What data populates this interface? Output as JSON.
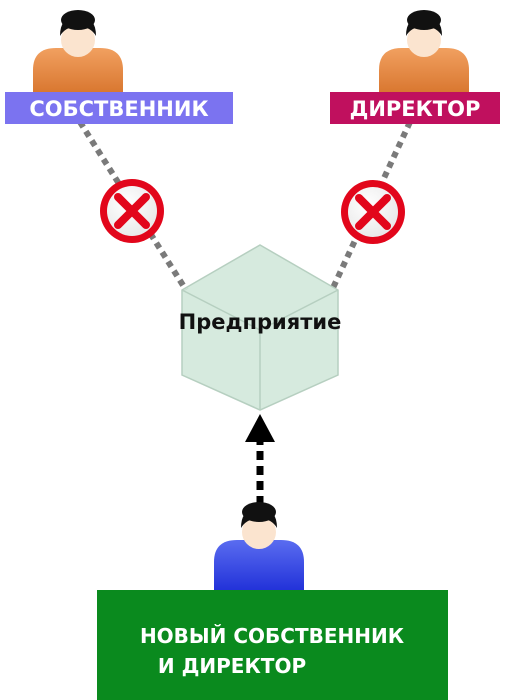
{
  "labels": {
    "owner": "СОБСТВЕННИК",
    "director": "ДИРЕКТОР",
    "enterprise": "Предприятие",
    "new_owner_line1": "НОВЫЙ СОБСТВЕННИК",
    "new_owner_line2": "И ДИРЕКТОР"
  },
  "colors": {
    "owner_label_bg": "#7b73f0",
    "director_label_bg": "#c0105e",
    "new_owner_box_bg": "#0a8a1e",
    "person_orange_top": "#f1a060",
    "person_orange_bottom": "#d6722a",
    "person_blue_top": "#5a6cf0",
    "person_blue_bottom": "#2030d8",
    "cube_fill": "#cfe6d8",
    "cross_red": "#e2061b",
    "dotted_line": "#7a7a7a",
    "arrow": "#000000"
  },
  "icons": {
    "cross": "cancel-x-icon",
    "person": "person-icon",
    "cube": "cube-icon",
    "arrow": "arrow-up-icon"
  }
}
